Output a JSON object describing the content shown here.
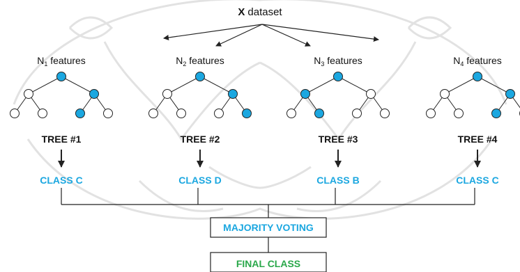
{
  "dataset": {
    "symbol": "X",
    "label": "dataset"
  },
  "trees": [
    {
      "feature_prefix": "N",
      "feature_sub": "1",
      "feature_suffix": " features",
      "tree_label": "TREE #1",
      "class_label": "CLASS C"
    },
    {
      "feature_prefix": "N",
      "feature_sub": "2",
      "feature_suffix": " features",
      "tree_label": "TREE #2",
      "class_label": "CLASS D"
    },
    {
      "feature_prefix": "N",
      "feature_sub": "3",
      "feature_suffix": " features",
      "tree_label": "TREE #3",
      "class_label": "CLASS B"
    },
    {
      "feature_prefix": "N",
      "feature_sub": "4",
      "feature_suffix": " features",
      "tree_label": "TREE #4",
      "class_label": "CLASS C"
    }
  ],
  "majority_voting": {
    "label": "MAJORITY VOTING"
  },
  "final_class": {
    "label": "FINAL CLASS"
  },
  "colors": {
    "node_active": "#1ba7e0",
    "node_inactive": "#ffffff",
    "line": "#222222",
    "class_text": "#1ba7e0",
    "final_text": "#2aa84a",
    "watermark": "#d9d9d9"
  }
}
